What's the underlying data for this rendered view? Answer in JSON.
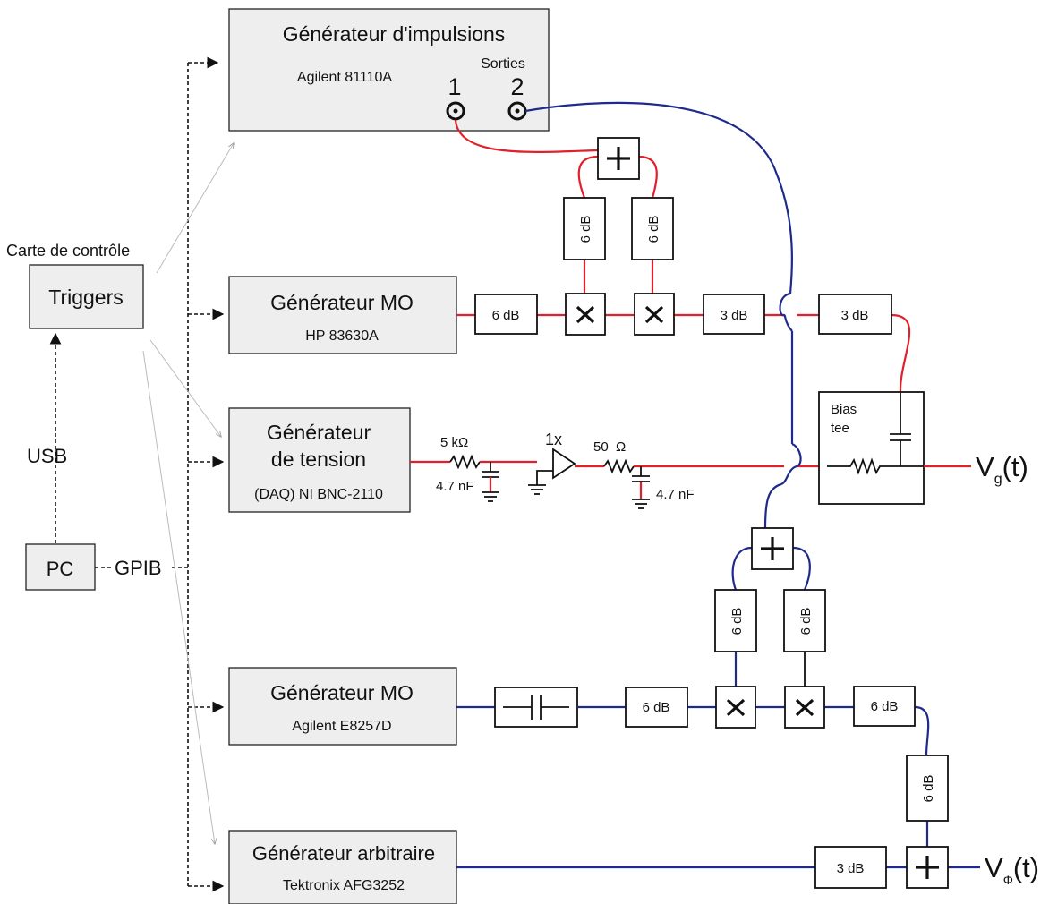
{
  "control": {
    "card_label": "Carte de contrôle",
    "triggers": "Triggers",
    "usb": "USB",
    "pc": "PC",
    "gpib": "GPIB"
  },
  "pulse_gen": {
    "title": "Générateur d'impulsions",
    "model": "Agilent 81110A",
    "outputs_label": "Sorties",
    "out1": "1",
    "out2": "2"
  },
  "mo_gen_1": {
    "title": "Générateur MO",
    "model": "HP 83630A"
  },
  "voltage_gen": {
    "title_line1": "Générateur",
    "title_line2": "de tension",
    "model": "(DAQ)  NI BNC-2110"
  },
  "mo_gen_2": {
    "title": "Générateur MO",
    "model": "Agilent E8257D"
  },
  "arb_gen": {
    "title": "Générateur arbitraire",
    "model": "Tektronix AFG3252"
  },
  "attenuators": {
    "red_vert_left": "6 dB",
    "red_vert_right": "6 dB",
    "red_main": "6 dB",
    "red_mid": "3 dB",
    "red_end": "3 dB",
    "blue_vert_left": "6 dB",
    "blue_vert_right": "6 dB",
    "blue_main": "6 dB",
    "blue_end": "6 dB",
    "blue_down": "6 dB",
    "blue_final": "3 dB"
  },
  "filter": {
    "r1": "5 kΩ",
    "c1": "4.7 nF",
    "buffer": "1x",
    "r2": "50  Ω",
    "c2": "4.7 nF"
  },
  "bias_tee": {
    "line1": "Bias",
    "line2": "tee"
  },
  "outputs": {
    "vg_main": "V",
    "vg_sub": "g",
    "vg_tail": "(t)",
    "vphi_main": "V",
    "vphi_sub": "Φ",
    "vphi_tail": "(t)"
  },
  "colors": {
    "red_line": "#e0202a",
    "blue_line": "#1e2a8c",
    "box_fill": "#eeeeee"
  }
}
